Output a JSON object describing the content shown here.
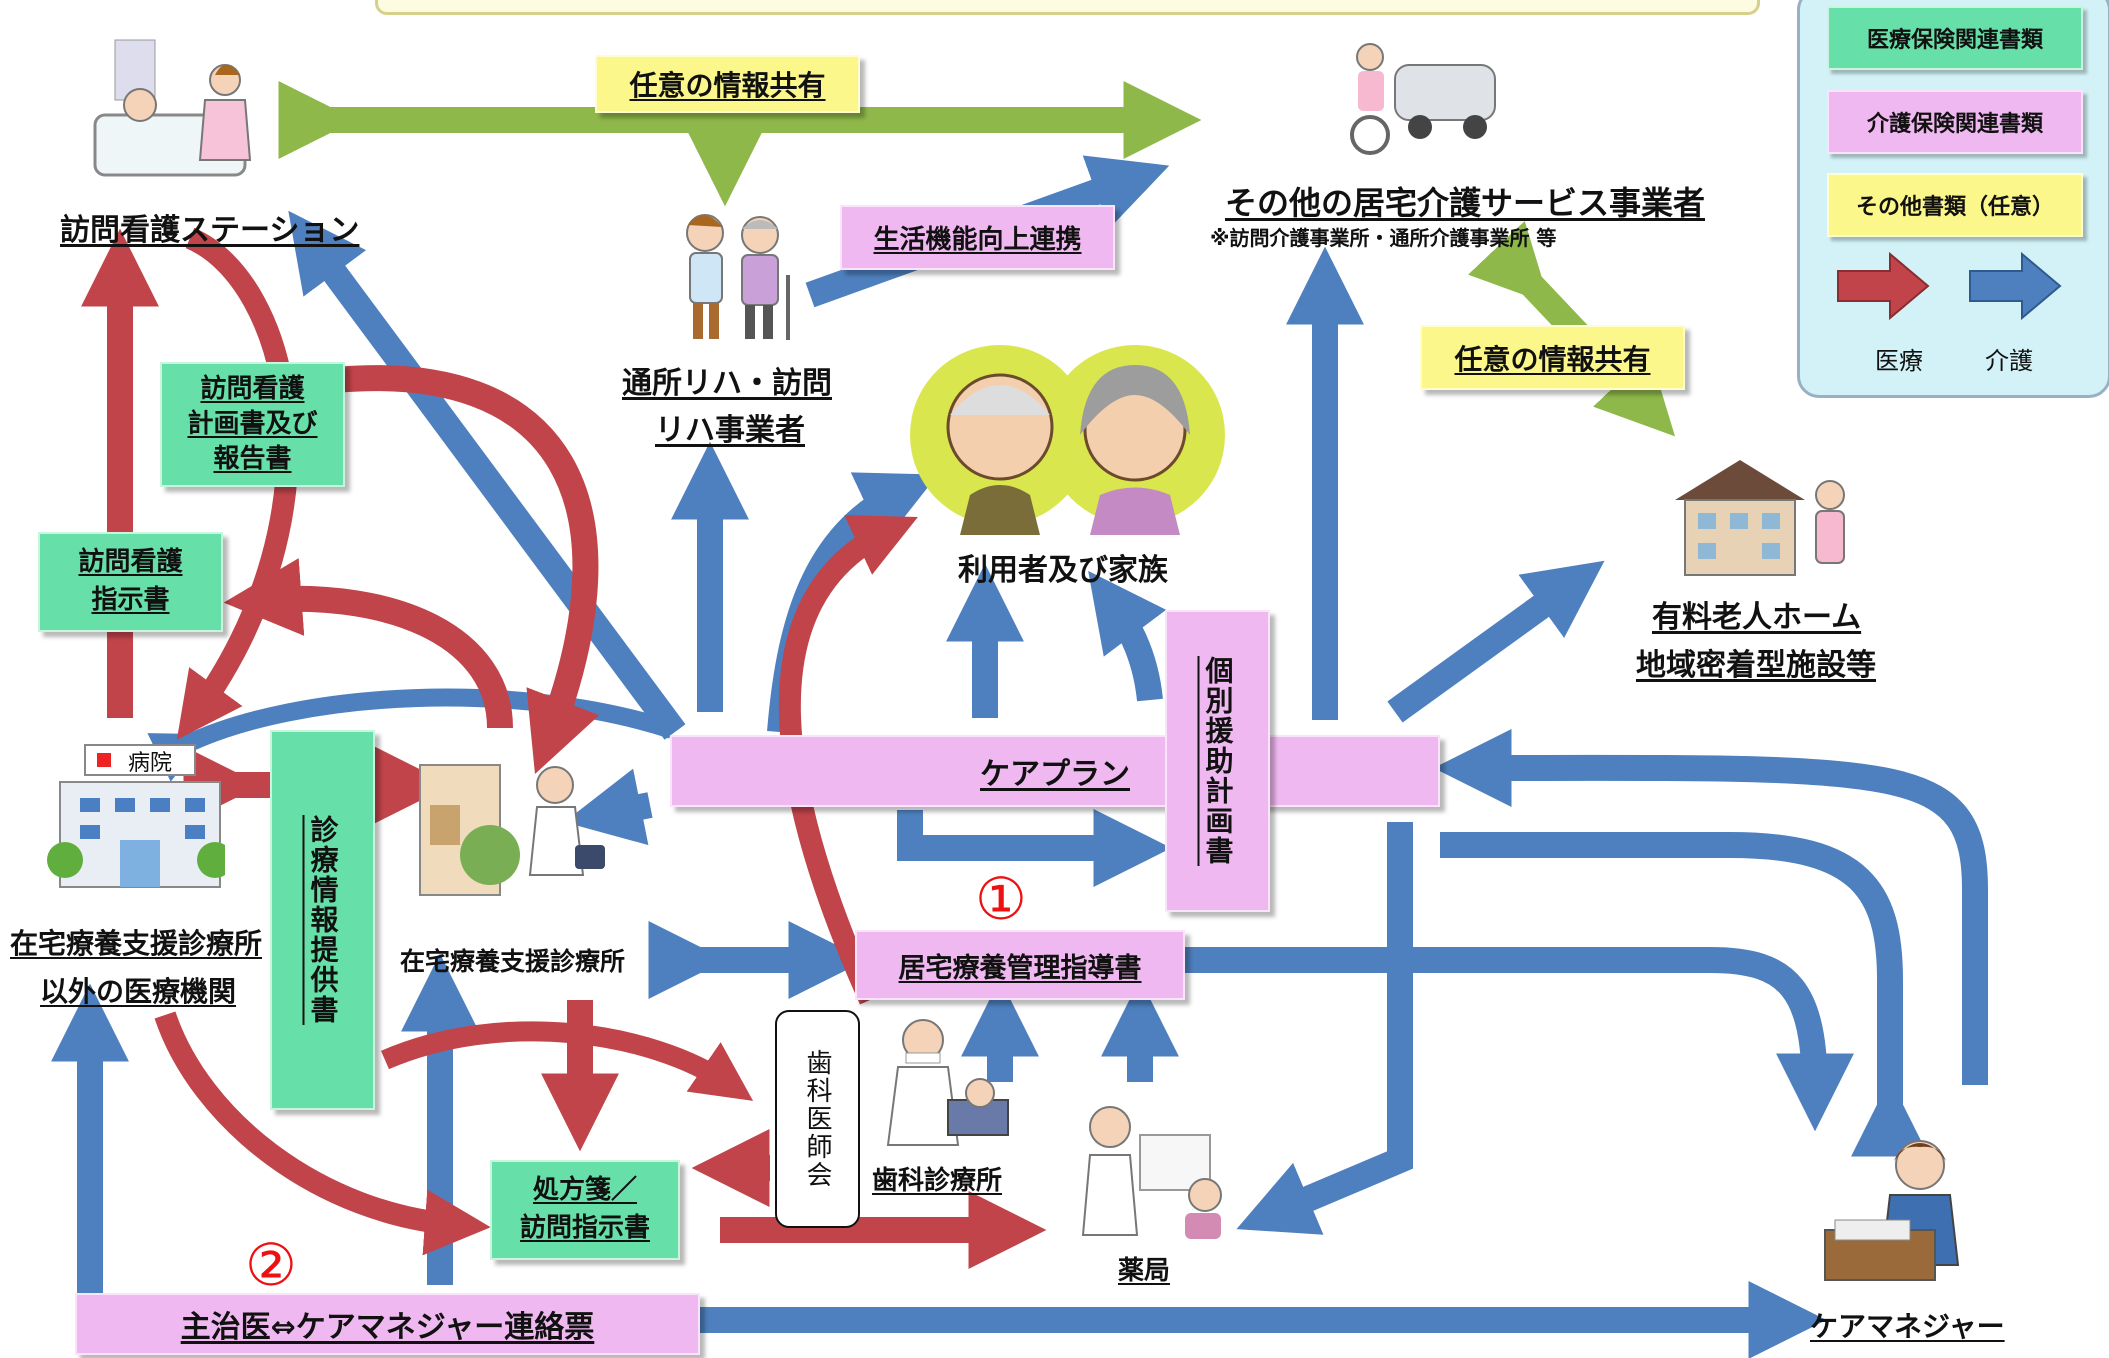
{
  "nodes": {
    "nursing_station": "訪問看護ステーション",
    "rehab_line1": "通所リハ・訪問",
    "rehab_line2": "リハ事業者",
    "other_services": "その他の居宅介護サービス事業者",
    "other_services_note": "※訪問介護事業所・通所介護事業所 等",
    "user_family": "利用者及び家族",
    "nursing_home_line1": "有料老人ホーム",
    "nursing_home_line2": "地域密着型施設等",
    "hospital_sign": "病院",
    "other_medical_line1": "在宅療養支援診療所",
    "other_medical_line2": "以外の医療機関",
    "home_clinic": "在宅療養支援診療所",
    "dental_clinic": "歯科診療所",
    "pharmacy": "薬局",
    "care_manager": "ケアマネジャー"
  },
  "documents": {
    "info_share_top": "任意の情報共有",
    "info_share_right": "任意の情報共有",
    "life_function": "生活機能向上連携",
    "nursing_plan_line1": "訪問看護",
    "nursing_plan_line2": "計画書及び",
    "nursing_plan_line3": "報告書",
    "nursing_instruction_line1": "訪問看護",
    "nursing_instruction_line2": "指示書",
    "care_plan": "ケアプラン",
    "individual_plan": "個別援助計画書",
    "medical_info": "診療情報提供書",
    "home_care_guidance": "居宅療養管理指導書",
    "dental_association": "歯科医師会",
    "prescription_line1": "処方箋／",
    "prescription_line2": "訪問指示書",
    "liaison_form": "主治医⇔ケアマネジャー連絡票"
  },
  "markers": {
    "one": "①",
    "two": "②"
  },
  "legend": {
    "medical_docs": "医療保険関連書類",
    "care_docs": "介護保険関連書類",
    "other_docs": "その他書類（任意）",
    "medical": "医療",
    "care": "介護"
  },
  "colors": {
    "medical_arrow": "#c0444a",
    "care_arrow": "#4e80bf",
    "share_arrow": "#8fb84a",
    "medical_doc": "#66e0a8",
    "care_doc": "#f0b8f0",
    "other_doc": "#fbf78a"
  },
  "icons": [
    "bedside-nurse-icon",
    "rehab-staff-icon",
    "wheelchair-van-icon",
    "elderly-couple-icon",
    "nursing-home-icon",
    "hospital-icon",
    "doctor-clinic-icon",
    "dentist-icon",
    "pharmacist-icon",
    "care-manager-icon"
  ]
}
